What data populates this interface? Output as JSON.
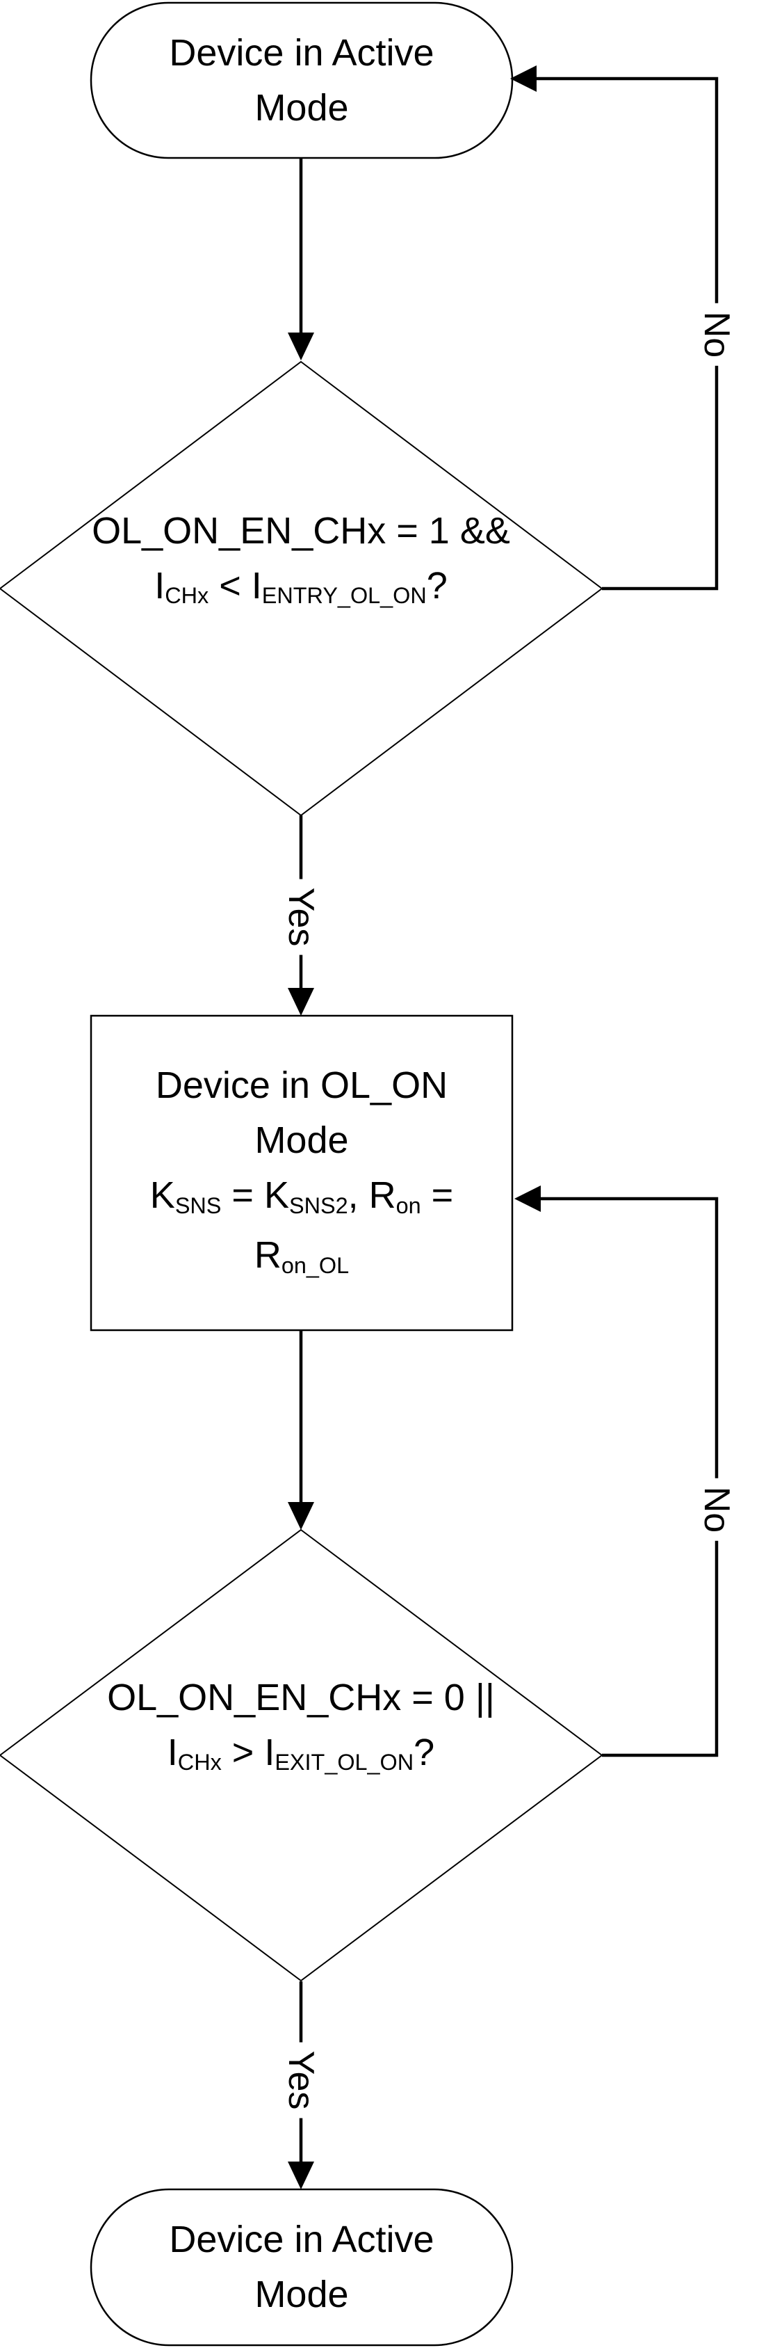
{
  "colors": {
    "line": "#000000",
    "fill": "#ffffff",
    "text": "#000000"
  },
  "nodes": {
    "start": {
      "type": "terminator",
      "line1": "Device in Active",
      "line2": "Mode"
    },
    "decision1": {
      "type": "decision",
      "line1": "OL_ON_EN_CHx = 1 &&",
      "line2": [
        {
          "t": "I"
        },
        {
          "t": "CHx",
          "sub": true
        },
        {
          "t": " < I"
        },
        {
          "t": "ENTRY_OL_ON",
          "sub": true
        },
        {
          "t": "?"
        }
      ]
    },
    "process": {
      "type": "process",
      "line1": "Device in OL_ON",
      "line2": "Mode",
      "line3": [
        {
          "t": "K"
        },
        {
          "t": "SNS",
          "sub": true
        },
        {
          "t": " = K"
        },
        {
          "t": "SNS2",
          "sub": true
        },
        {
          "t": ", R"
        },
        {
          "t": "on",
          "sub": true
        },
        {
          "t": " ="
        }
      ],
      "line4": [
        {
          "t": "R"
        },
        {
          "t": "on_OL",
          "sub": true
        }
      ]
    },
    "decision2": {
      "type": "decision",
      "line1": "OL_ON_EN_CHx = 0 ||",
      "line2": [
        {
          "t": "I"
        },
        {
          "t": "CHx",
          "sub": true
        },
        {
          "t": " > I"
        },
        {
          "t": "EXIT_OL_ON",
          "sub": true
        },
        {
          "t": "?"
        }
      ]
    },
    "end": {
      "type": "terminator",
      "line1": "Device in Active",
      "line2": "Mode"
    }
  },
  "edges": {
    "yes1": "Yes",
    "no1": "No",
    "yes2": "Yes",
    "no2": "No"
  }
}
